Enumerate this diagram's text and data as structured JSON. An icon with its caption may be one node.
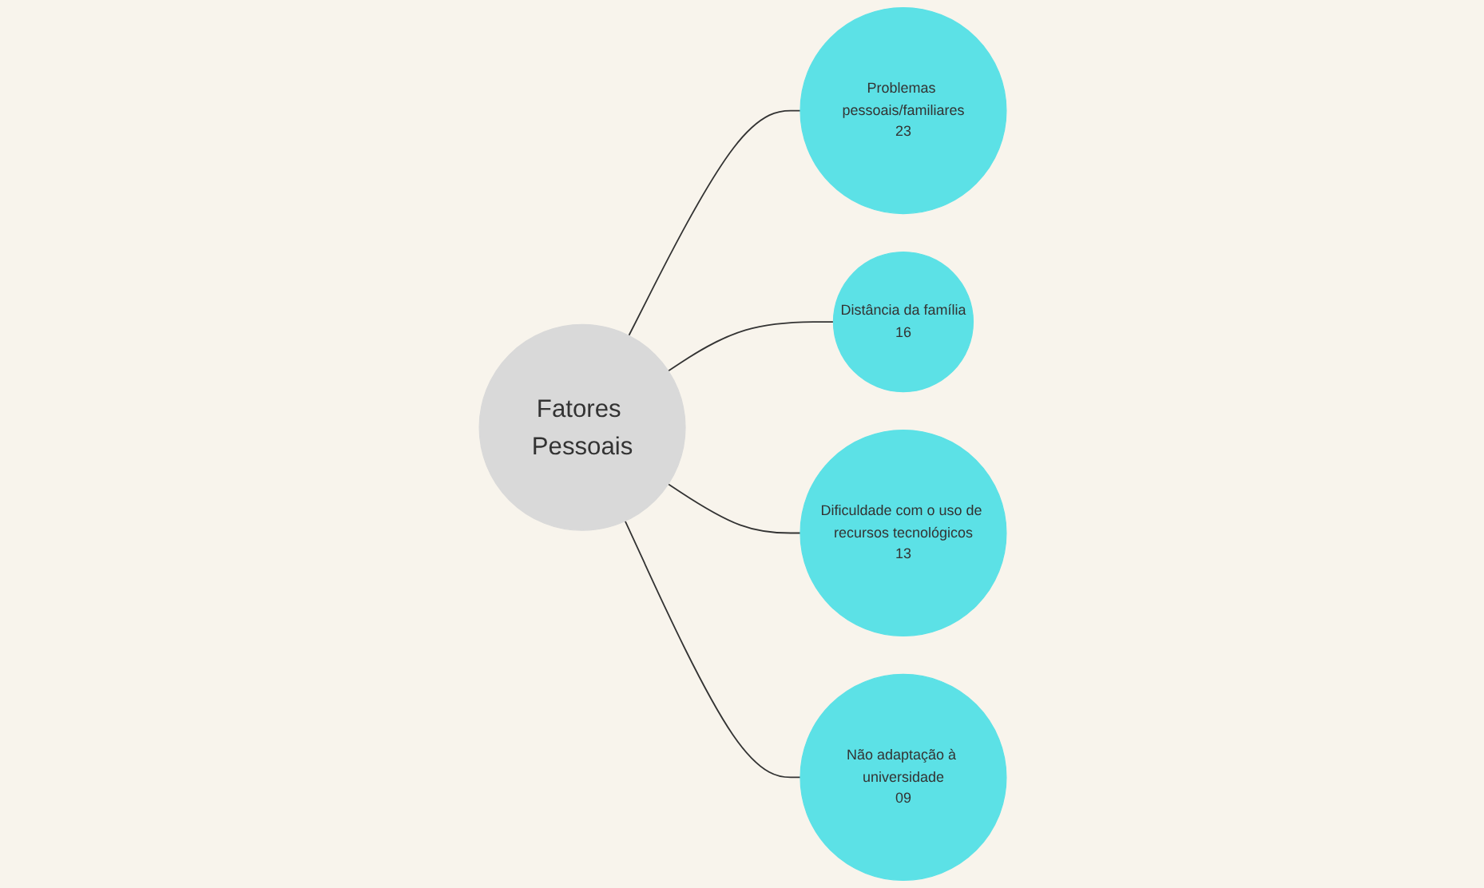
{
  "diagram": {
    "nodes": [
      {
        "text": [
          "Fatores Pessoais"
        ]
      },
      {
        "text": [
          "Problemas pessoais/familiares",
          "23"
        ]
      },
      {
        "text": [
          "Distância da família",
          "16"
        ]
      },
      {
        "text": [
          "Dificuldade com o uso de recursos tecnológicos",
          "13"
        ]
      },
      {
        "text": [
          "Não adaptação à universidade",
          "09"
        ]
      }
    ],
    "edges": [
      {
        "from": 0,
        "to": 1,
        "arrow": "none"
      },
      {
        "from": 0,
        "to": 2,
        "arrow": "none"
      },
      {
        "from": 0,
        "to": 3,
        "arrow": "none"
      },
      {
        "from": 0,
        "to": 4,
        "arrow": "none"
      }
    ]
  }
}
